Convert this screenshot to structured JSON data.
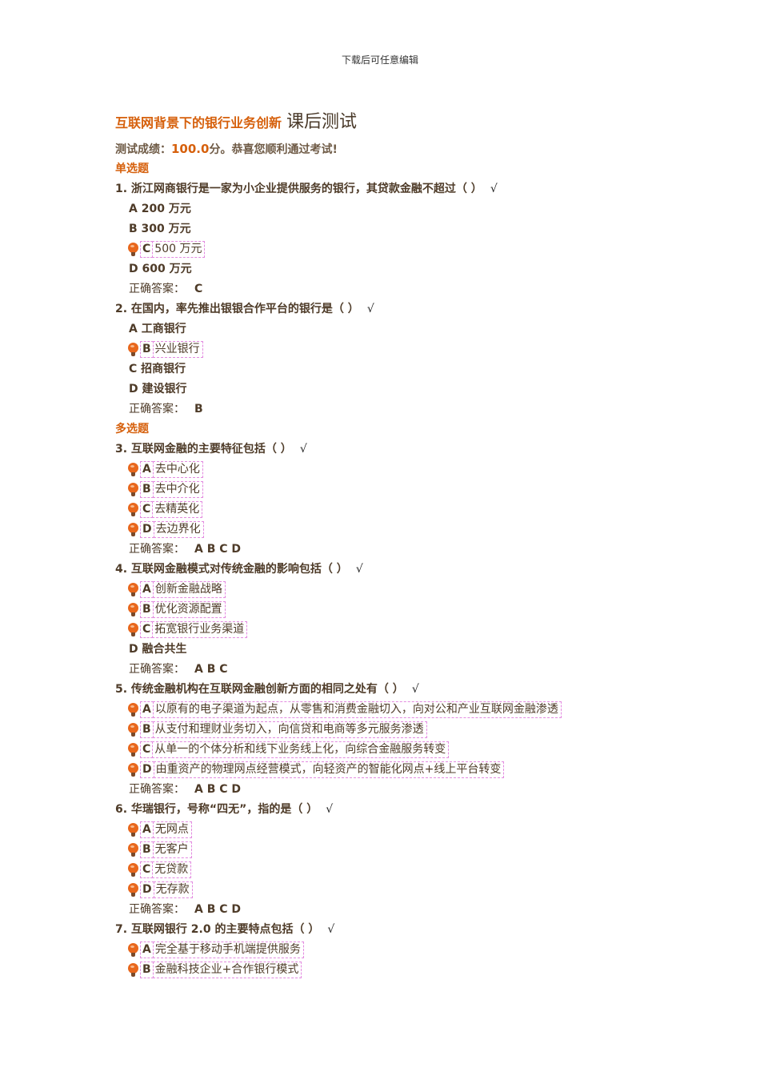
{
  "header": "下载后可任意编辑",
  "title": {
    "main": "互联网背景下的银行业务创新",
    "sub": "课后测试"
  },
  "score": {
    "label": "测试成绩：",
    "value": "100.0",
    "suffix": "分。恭喜您顺利通过考试!"
  },
  "sections": {
    "single": "单选题",
    "multi": "多选题"
  },
  "answer_label": "正确答案：",
  "check_mark": "√",
  "questions": [
    {
      "text": "1. 浙江网商银行是一家为小企业提供服务的银行，其贷款金融不超过（ ）",
      "options": [
        {
          "letter": "A",
          "text": "200 万元"
        },
        {
          "letter": "B",
          "text": "300 万元"
        },
        {
          "letter": "C",
          "text": "500 万元"
        },
        {
          "letter": "D",
          "text": "600 万元"
        }
      ],
      "answer": "C"
    },
    {
      "text": "2. 在国内，率先推出银银合作平台的银行是（ ）",
      "options": [
        {
          "letter": "A",
          "text": "工商银行"
        },
        {
          "letter": "B",
          "text": "兴业银行"
        },
        {
          "letter": "C",
          "text": "招商银行"
        },
        {
          "letter": "D",
          "text": "建设银行"
        }
      ],
      "answer": "B"
    },
    {
      "text": "3. 互联网金融的主要特征包括（ ）",
      "options": [
        {
          "letter": "A",
          "text": "去中心化"
        },
        {
          "letter": "B",
          "text": "去中介化"
        },
        {
          "letter": "C",
          "text": "去精英化"
        },
        {
          "letter": "D",
          "text": "去边界化"
        }
      ],
      "answer": "A B C D"
    },
    {
      "text": "4. 互联网金融模式对传统金融的影响包括（ ）",
      "options": [
        {
          "letter": "A",
          "text": "创新金融战略"
        },
        {
          "letter": "B",
          "text": "优化资源配置"
        },
        {
          "letter": "C",
          "text": "拓宽银行业务渠道"
        },
        {
          "letter": "D",
          "text": "融合共生"
        }
      ],
      "answer": "A B C"
    },
    {
      "text": "5. 传统金融机构在互联网金融创新方面的相同之处有（ ）",
      "options": [
        {
          "letter": "A",
          "text": "以原有的电子渠道为起点，从零售和消费金融切入，向对公和产业互联网金融渗透"
        },
        {
          "letter": "B",
          "text": "从支付和理财业务切入，向信贷和电商等多元服务渗透"
        },
        {
          "letter": "C",
          "text": "从单一的个体分析和线下业务线上化，向综合金融服务转变"
        },
        {
          "letter": "D",
          "text": "由重资产的物理网点经营模式，向轻资产的智能化网点+线上平台转变"
        }
      ],
      "answer": "A B C D"
    },
    {
      "text": "6. 华瑞银行，号称“四无”，指的是（ ）",
      "options": [
        {
          "letter": "A",
          "text": "无网点"
        },
        {
          "letter": "B",
          "text": "无客户"
        },
        {
          "letter": "C",
          "text": "无贷款"
        },
        {
          "letter": "D",
          "text": "无存款"
        }
      ],
      "answer": "A B C D"
    },
    {
      "text": "7. 互联网银行 2.0 的主要特点包括（ ）",
      "options": [
        {
          "letter": "A",
          "text": "完全基于移动手机端提供服务"
        },
        {
          "letter": "B",
          "text": "金融科技企业+合作银行模式"
        }
      ]
    }
  ]
}
